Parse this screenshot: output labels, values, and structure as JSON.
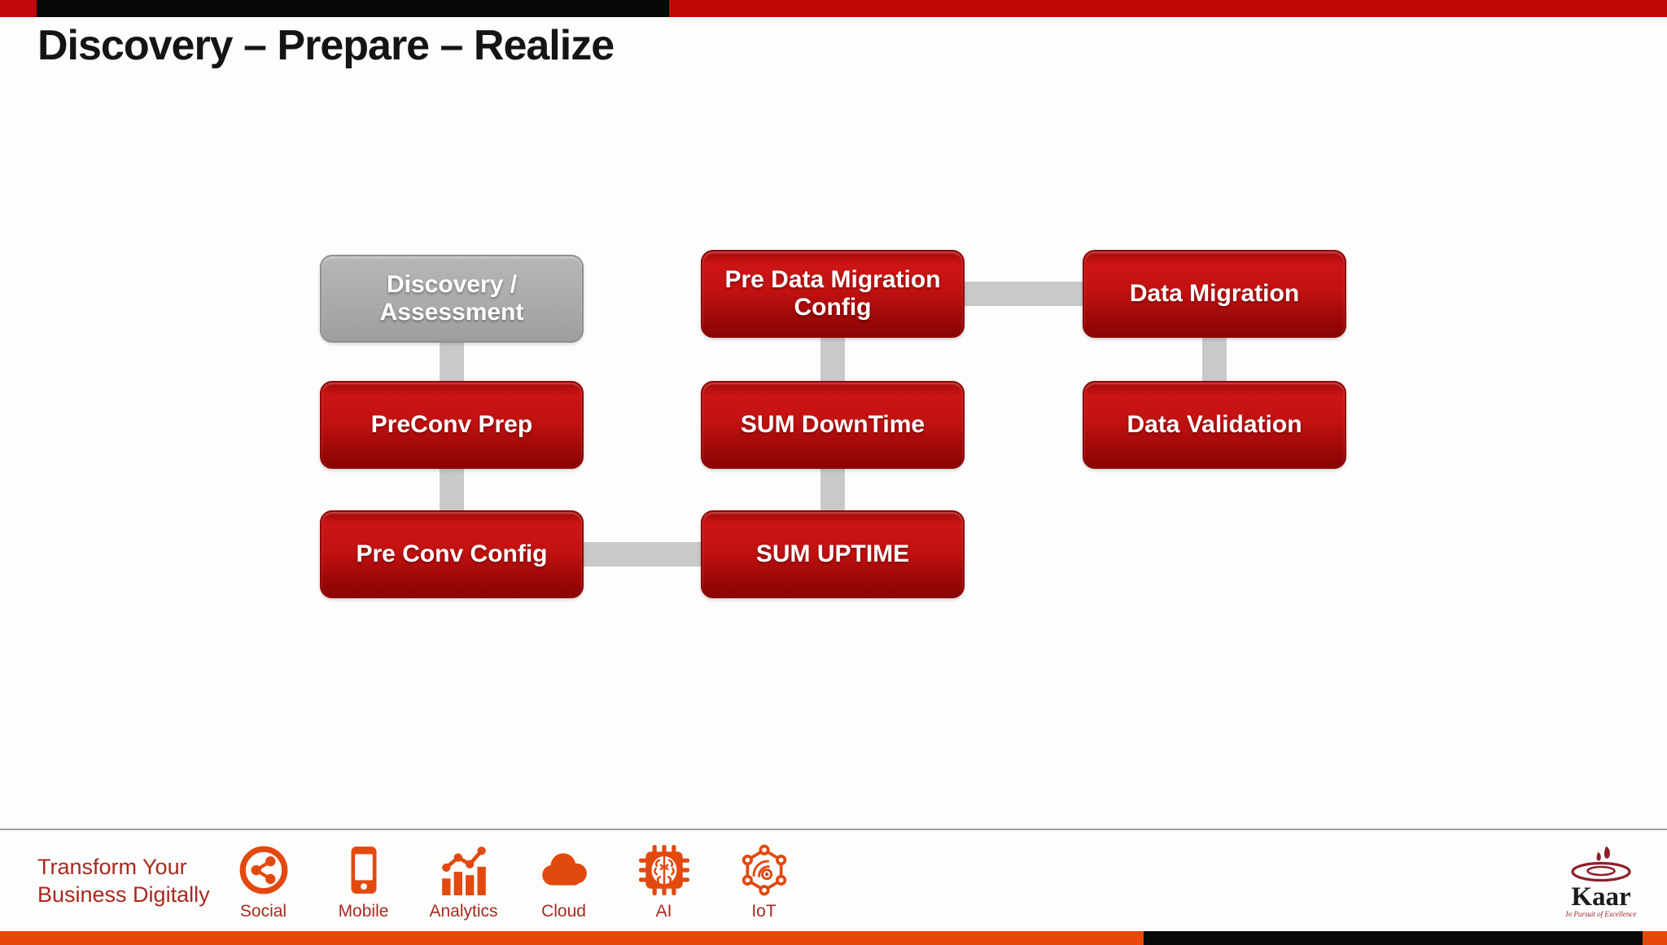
{
  "slide": {
    "title": "Discovery – Prepare – Realize"
  },
  "diagram": {
    "boxes": [
      {
        "id": "discovery-assessment",
        "label": "Discovery / Assessment",
        "variant": "gray"
      },
      {
        "id": "preconv-prep",
        "label": "PreConv Prep",
        "variant": "red"
      },
      {
        "id": "pre-conv-config",
        "label": "Pre Conv Config",
        "variant": "red"
      },
      {
        "id": "pre-data-migration-config",
        "label": "Pre Data Migration Config",
        "variant": "red"
      },
      {
        "id": "sum-downtime",
        "label": "SUM DownTime",
        "variant": "red"
      },
      {
        "id": "sum-uptime",
        "label": "SUM UPTIME",
        "variant": "red"
      },
      {
        "id": "data-migration",
        "label": "Data Migration",
        "variant": "red"
      },
      {
        "id": "data-validation",
        "label": "Data Validation",
        "variant": "red"
      }
    ],
    "connections": [
      "discovery-assessment -> preconv-prep",
      "preconv-prep -> pre-conv-config",
      "pre-conv-config -> sum-uptime",
      "sum-uptime -> sum-downtime",
      "sum-downtime -> pre-data-migration-config",
      "pre-data-migration-config -> data-migration",
      "data-migration -> data-validation"
    ]
  },
  "footer": {
    "tagline": {
      "line1": "Transform Your",
      "line2": "Business Digitally"
    },
    "items": [
      {
        "label": "Social",
        "icon": "share-icon"
      },
      {
        "label": "Mobile",
        "icon": "smartphone-icon"
      },
      {
        "label": "Analytics",
        "icon": "bar-chart-icon"
      },
      {
        "label": "Cloud",
        "icon": "cloud-icon"
      },
      {
        "label": "AI",
        "icon": "chip-brain-icon"
      },
      {
        "label": "IoT",
        "icon": "iot-network-icon"
      }
    ],
    "logo": {
      "name": "Kaar",
      "tagline": "In Pursuit of Excellence"
    }
  },
  "colors": {
    "top_bar_red": "#c10606",
    "top_bar_black": "#060606",
    "box_red_light": "#cd1515",
    "box_red_dark": "#8a0404",
    "box_gray": "#ababab",
    "connector_gray": "#c9c9c9",
    "footer_text_red": "#a8291f",
    "icon_orange": "#e2490f",
    "bottom_bar_orange": "#e8470c",
    "logo_maroon": "#8e1f2c"
  }
}
